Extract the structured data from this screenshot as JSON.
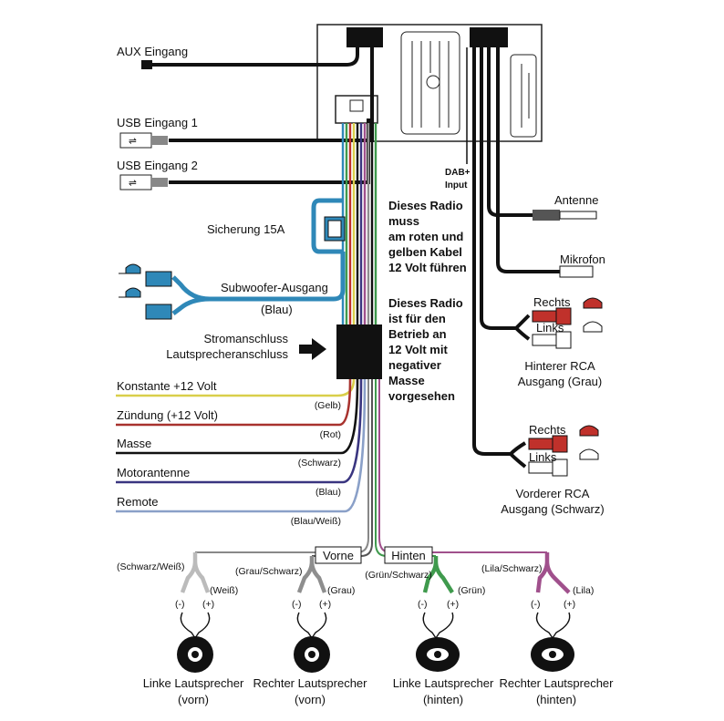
{
  "inputs": {
    "aux": "AUX Eingang",
    "usb1": "USB Eingang 1",
    "usb2": "USB Eingang 2",
    "fuse": "Sicherung 15A",
    "subwoofer": "Subwoofer-Ausgang",
    "subwoofer_color": "(Blau)",
    "power_line1": "Stromanschluss",
    "power_line2": "Lautsprecheranschluss",
    "dab_line1": "DAB+",
    "dab_line2": "Input"
  },
  "wires": [
    {
      "label": "Konstante +12 Volt",
      "color_label": "(Gelb)",
      "color": "#d9cf4a"
    },
    {
      "label": "Zündung (+12 Volt)",
      "color_label": "(Rot)",
      "color": "#a8322e"
    },
    {
      "label": "Masse",
      "color_label": "(Schwarz)",
      "color": "#111111"
    },
    {
      "label": "Motorantenne",
      "color_label": "(Blau)",
      "color": "#3a3580"
    },
    {
      "label": "Remote",
      "color_label": "(Blau/Weiß)",
      "color": "#8aa0c8"
    }
  ],
  "notes": {
    "note1": [
      "Dieses Radio",
      "muss",
      "am roten und",
      "gelben Kabel",
      "12 Volt führen"
    ],
    "note2": [
      "Dieses Radio",
      "ist für den",
      "Betrieb an",
      "12 Volt mit",
      "negativer",
      "Masse",
      "vorgesehen"
    ]
  },
  "right_side": {
    "antenne": "Antenne",
    "mikrofon": "Mikrofon",
    "rechts": "Rechts",
    "links": "Links",
    "rear_rca_line1": "Hinterer RCA",
    "rear_rca_line2": "Ausgang (Grau)",
    "front_rca_line1": "Vorderer RCA",
    "front_rca_line2": "Ausgang (Schwarz)"
  },
  "speakers": {
    "vorne": "Vorne",
    "hinten": "Hinten",
    "hinten_color": "(Grün/Schwarz)",
    "minus": "(-)",
    "plus": "(+)",
    "items": [
      {
        "neg": "(Schwarz/Weiß)",
        "pos": "(Weiß)",
        "name": "Linke Lautsprecher",
        "pos_name": "(vorn)"
      },
      {
        "neg": "(Grau/Schwarz)",
        "pos": "(Grau)",
        "name": "Rechter Lautsprecher",
        "pos_name": "(vorn)"
      },
      {
        "neg": "",
        "pos": "(Grün)",
        "name": "Linke Lautsprecher",
        "pos_name": "(hinten)"
      },
      {
        "neg": "(Lila/Schwarz)",
        "pos": "(Lila)",
        "name": "Rechter Lautsprecher",
        "pos_name": "(hinten)"
      }
    ]
  },
  "colors": {
    "blue": "#2f88b8",
    "green": "#3f9a4d",
    "gray": "#8e8e8e",
    "purple": "#a0508c",
    "red": "#c0312b"
  }
}
